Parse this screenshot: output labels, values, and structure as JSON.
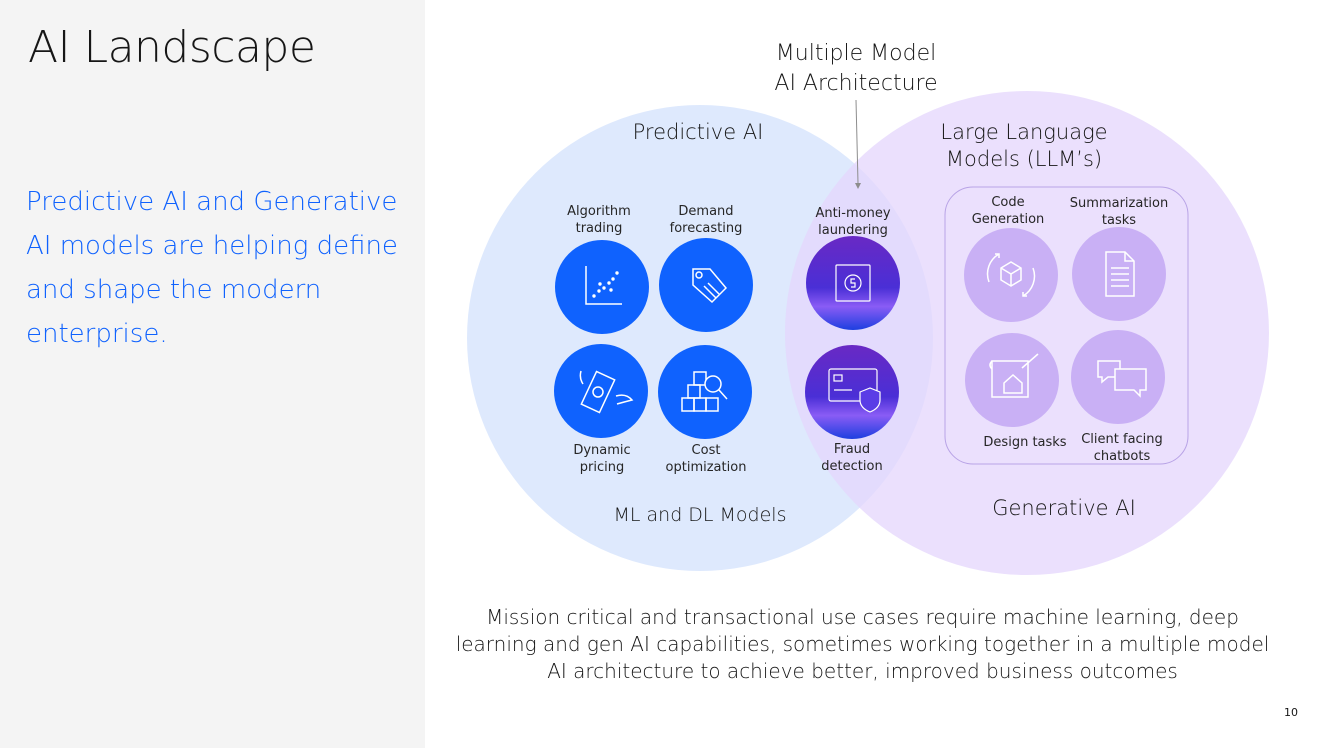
{
  "slide": {
    "title": "AI Landscape",
    "subtitle": "Predictive AI and Generative AI models are helping define and shape the modern enterprise.",
    "page_number": "10"
  },
  "diagram": {
    "center_title_line1": "Multiple Model",
    "center_title_line2": "AI Architecture",
    "predictive": {
      "title": "Predictive AI",
      "footer": "ML and DL Models",
      "items": [
        {
          "line1": "Algorithm",
          "line2": "trading",
          "icon": "scatter-plot-icon"
        },
        {
          "line1": "Demand",
          "line2": "forecasting",
          "icon": "price-tag-icon"
        },
        {
          "line1": "Dynamic",
          "line2": "pricing",
          "icon": "flying-money-icon"
        },
        {
          "line1": "Cost",
          "line2": "optimization",
          "icon": "boxes-magnifier-icon"
        }
      ]
    },
    "overlap": {
      "items": [
        {
          "line1": "Anti-money",
          "line2": "laundering",
          "icon": "safe-dollar-icon"
        },
        {
          "line1": "Fraud",
          "line2": "detection",
          "icon": "credit-card-shield-icon"
        }
      ]
    },
    "generative": {
      "title_line1": "Large Language",
      "title_line2": "Models (LLM’s)",
      "footer": "Generative AI",
      "items": [
        {
          "line1": "Code",
          "line2": "Generation",
          "icon": "box-cycle-icon"
        },
        {
          "line1": "Summarization",
          "line2": "tasks",
          "icon": "document-icon"
        },
        {
          "line1": "Design tasks",
          "line2": "",
          "icon": "blueprint-house-icon"
        },
        {
          "line1": "Client facing",
          "line2": "chatbots",
          "icon": "chat-bubbles-icon"
        }
      ]
    },
    "colors": {
      "predictive_circle": "#dce8fd",
      "generative_circle": "#ece2fd",
      "predictive_icon": "#0f62fe",
      "generative_icon": "#c9b0f5",
      "accent_text": "#0f62fe"
    }
  },
  "footer_text": {
    "line1": "Mission critical and transactional use cases require machine learning, deep",
    "line2": "learning and gen AI capabilities, sometimes working together in a multiple model",
    "line3": "AI architecture to achieve better, improved business outcomes"
  }
}
